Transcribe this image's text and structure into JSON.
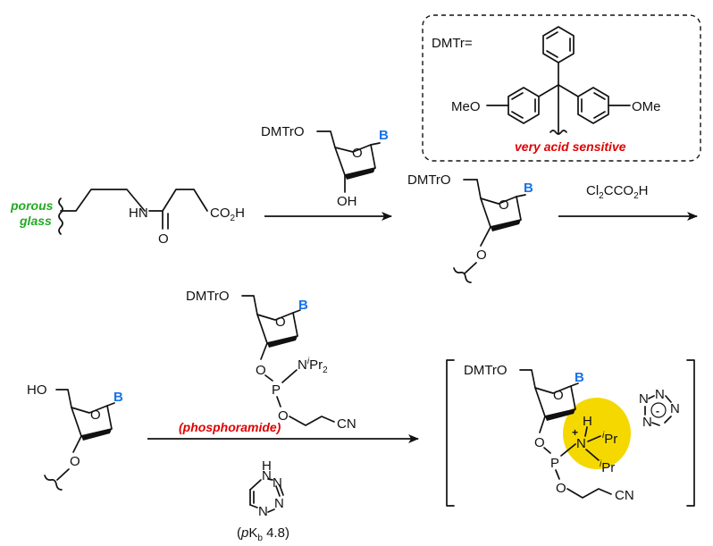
{
  "colors": {
    "base": "#1a73e8",
    "label_red": "#e00000",
    "label_green": "#22aa22",
    "highlight": "#f5d800",
    "ink": "#111111"
  },
  "support": {
    "line1": "porous",
    "line2": "glass"
  },
  "linker": {
    "nh": "HN",
    "o": "O",
    "acid_main": "CO",
    "acid_sub": "2",
    "acid_end": "H"
  },
  "dmtr_box": {
    "label": "DMTr=",
    "left_ome": "MeO",
    "right_ome": "OMe",
    "note": "very acid sensitive"
  },
  "nucleoside1": {
    "dmtro": "DMTrO",
    "o_ring": "O",
    "base": "B",
    "oh": "OH"
  },
  "product1": {
    "dmtro": "DMTrO",
    "o_ring": "O",
    "base": "B",
    "o": "O"
  },
  "reagent_acid": {
    "p1": "Cl",
    "s1": "2",
    "p2": "CCO",
    "s2": "2",
    "p3": "H"
  },
  "detritylated": {
    "ho": "HO",
    "o_ring": "O",
    "base": "B",
    "o": "O"
  },
  "phosphoramidite": {
    "dmtro": "DMTrO",
    "o_ring": "O",
    "base": "B",
    "o1": "O",
    "p": "P",
    "n": "N",
    "ipr_sup": "i",
    "ipr": "Pr",
    "ipr_sub": "2",
    "o2": "O",
    "cn": "CN",
    "label": "(phosphoramide)"
  },
  "tetrazole": {
    "nh": "H",
    "n": "N",
    "n2": "N",
    "n3": "N",
    "n4": "N",
    "pkb_pre": "(",
    "pkb_p": "p",
    "pkb_k": "K",
    "pkb_sub": "b",
    "pkb_val": " 4.8)"
  },
  "intermediate": {
    "dmtro": "DMTrO",
    "o_ring": "O",
    "base": "B",
    "o1": "O",
    "p": "P",
    "h": "H",
    "plus": "+",
    "n": "N",
    "ipr_sup": "i",
    "ipr": "Pr",
    "o2": "O",
    "cn": "CN",
    "anion_n": "N",
    "anion_charge": "-"
  }
}
